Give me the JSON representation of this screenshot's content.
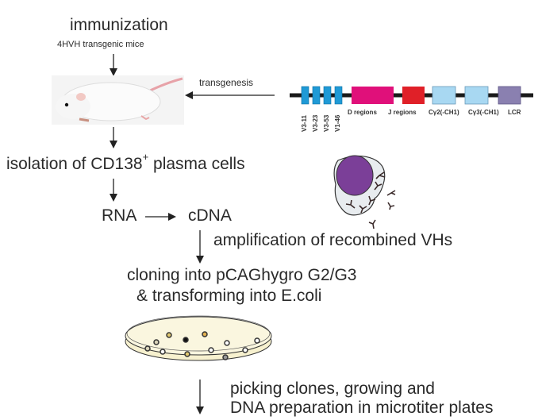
{
  "steps": {
    "immunization": "immunization",
    "mice": "4HVH transgenic mice",
    "transgenesis": "transgenesis",
    "isolation_pre": "isolation of CD138",
    "isolation_sup": "+",
    "isolation_post": " plasma cells",
    "rna": "RNA",
    "cdna": "cDNA",
    "amplification": "amplification of recombined VHs",
    "cloning": "cloning  into pCAGhygro G2/G3",
    "transforming": "&  transforming into E.coli",
    "picking": "picking clones, growing and",
    "dna_prep": "DNA preparation in microtiter plates"
  },
  "construct": {
    "v_genes": [
      "V3-11",
      "V3-23",
      "V3-53",
      "V1-46"
    ],
    "labels": {
      "d": "D regions",
      "j": "J regions",
      "cg2": "Cγ2(-CH1)",
      "cg3": "Cγ3(-CH1)",
      "lcr": "LCR"
    },
    "colors": {
      "v": "#1f9ad6",
      "d": "#e0107a",
      "j": "#e02028",
      "cg": "#a8d8f2",
      "lcr": "#8a80b0",
      "backbone": "#1a1a1a"
    }
  },
  "illustrations": {
    "mouse": "mouse-photo",
    "plasma_cell": "plasma-cell",
    "petri_dish": "petri-dish-with-colonies"
  },
  "colors": {
    "nucleus": "#7b3f98",
    "cell_body": "#e8ecef",
    "agar": "#f7f1cf"
  }
}
